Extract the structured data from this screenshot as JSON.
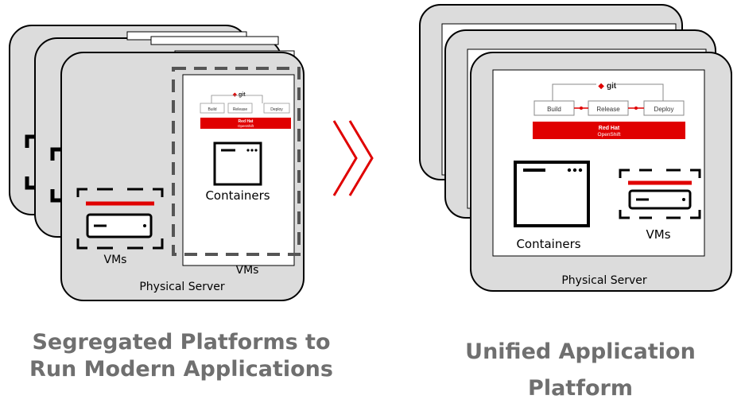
{
  "left_panel": {
    "containers_label": "Containers",
    "vms_label_inner": "VMs",
    "vms_label_outer": "VMs",
    "server_label": "Physical Server",
    "caption_line1": "Segregated Platforms to",
    "caption_line2": "Run Modern Applications"
  },
  "right_panel": {
    "containers_label": "Containers",
    "vms_label": "VMs",
    "server_label": "Physical Server",
    "caption_line1": "Unified Application",
    "caption_line2": "Platform"
  },
  "pipeline": {
    "git_label": "git",
    "stages": [
      "Build",
      "Release",
      "Deploy"
    ],
    "banner_line1": "Red Hat",
    "banner_line2": "OpenShift"
  },
  "colors": {
    "accent_red": "#e00000",
    "server_fill": "#dcdcdc",
    "caption_gray": "#6f6f6f"
  }
}
